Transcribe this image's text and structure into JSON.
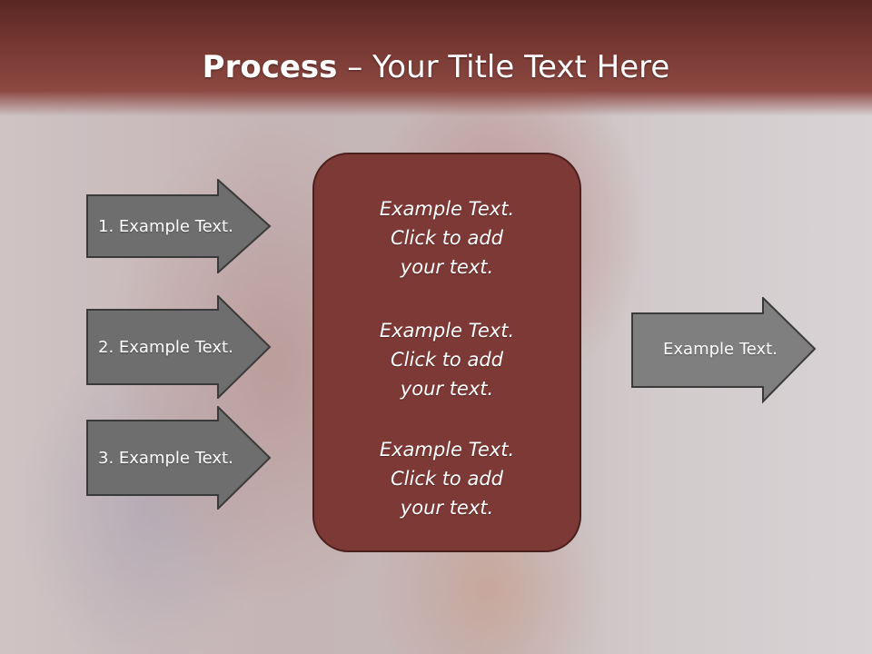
{
  "title": {
    "bold": "Process",
    "separator": " – ",
    "rest": "Your Title Text Here"
  },
  "left_arrows": [
    {
      "label": "1. Example Text."
    },
    {
      "label": "2. Example Text."
    },
    {
      "label": "3. Example Text."
    }
  ],
  "center_box": {
    "items": [
      {
        "text": "Example Text.\nClick  to add\nyour text."
      },
      {
        "text": "Example Text.\nClick  to add\nyour text."
      },
      {
        "text": "Example Text.\nClick  to add\nyour text."
      }
    ]
  },
  "right_arrow": {
    "label": "Example Text."
  },
  "colors": {
    "header": "#7a3a34",
    "center_box_fill": "#7d3935",
    "arrow_fill": "#6e6e6e",
    "arrow_stroke": "#3a3a3a",
    "right_arrow_fill": "#7f7f7f"
  }
}
